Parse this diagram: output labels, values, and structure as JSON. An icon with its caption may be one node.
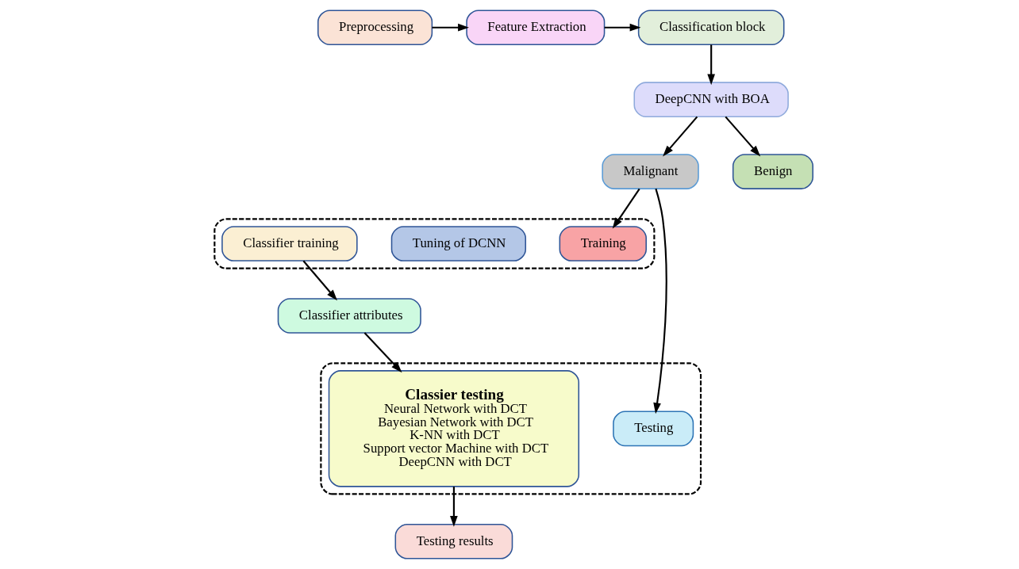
{
  "diagram": {
    "nodes": [
      {
        "text": [
          "Preprocessing"
        ]
      },
      {
        "text": [
          "Feature Extraction"
        ]
      },
      {
        "text": [
          "Classification block"
        ]
      },
      {
        "text": [
          "DeepCNN with BOA"
        ]
      },
      {
        "text": [
          "Malignant"
        ]
      },
      {
        "text": [
          "Benign"
        ]
      },
      {
        "text": [],
        "shape": "box"
      },
      {
        "text": [
          "Training"
        ],
        "in": 6
      },
      {
        "text": [
          "Tuning of DCNN"
        ],
        "in": 6
      },
      {
        "text": [
          "Classifier training"
        ],
        "in": 6
      },
      {
        "text": [
          "Classifier attributes"
        ]
      },
      {
        "text": [],
        "shape": "box"
      },
      {
        "text": [
          "Testing"
        ],
        "in": 11
      },
      {
        "text": [
          "Classier testing",
          "Neural Network with DCT",
          "Bayesian Network with DCT",
          "K-NN with DCT",
          "Support vector Machine with DCT",
          "DeepCNN with DCT"
        ],
        "in": 11
      },
      {
        "text": [
          "Testing results"
        ]
      }
    ],
    "edges": [
      {
        "from": 0,
        "to": 1,
        "arrow": "to"
      },
      {
        "from": 1,
        "to": 2,
        "arrow": "to"
      },
      {
        "from": 2,
        "to": 3,
        "arrow": "to"
      },
      {
        "from": 3,
        "to": 4,
        "arrow": "to"
      },
      {
        "from": 3,
        "to": 5,
        "arrow": "to"
      },
      {
        "from": 4,
        "to": 7,
        "arrow": "to"
      },
      {
        "from": 4,
        "to": 12,
        "arrow": "to"
      },
      {
        "from": 9,
        "to": 10,
        "arrow": "to"
      },
      {
        "from": 10,
        "to": 13,
        "arrow": "to"
      },
      {
        "from": 13,
        "to": 14,
        "arrow": "to"
      }
    ]
  }
}
